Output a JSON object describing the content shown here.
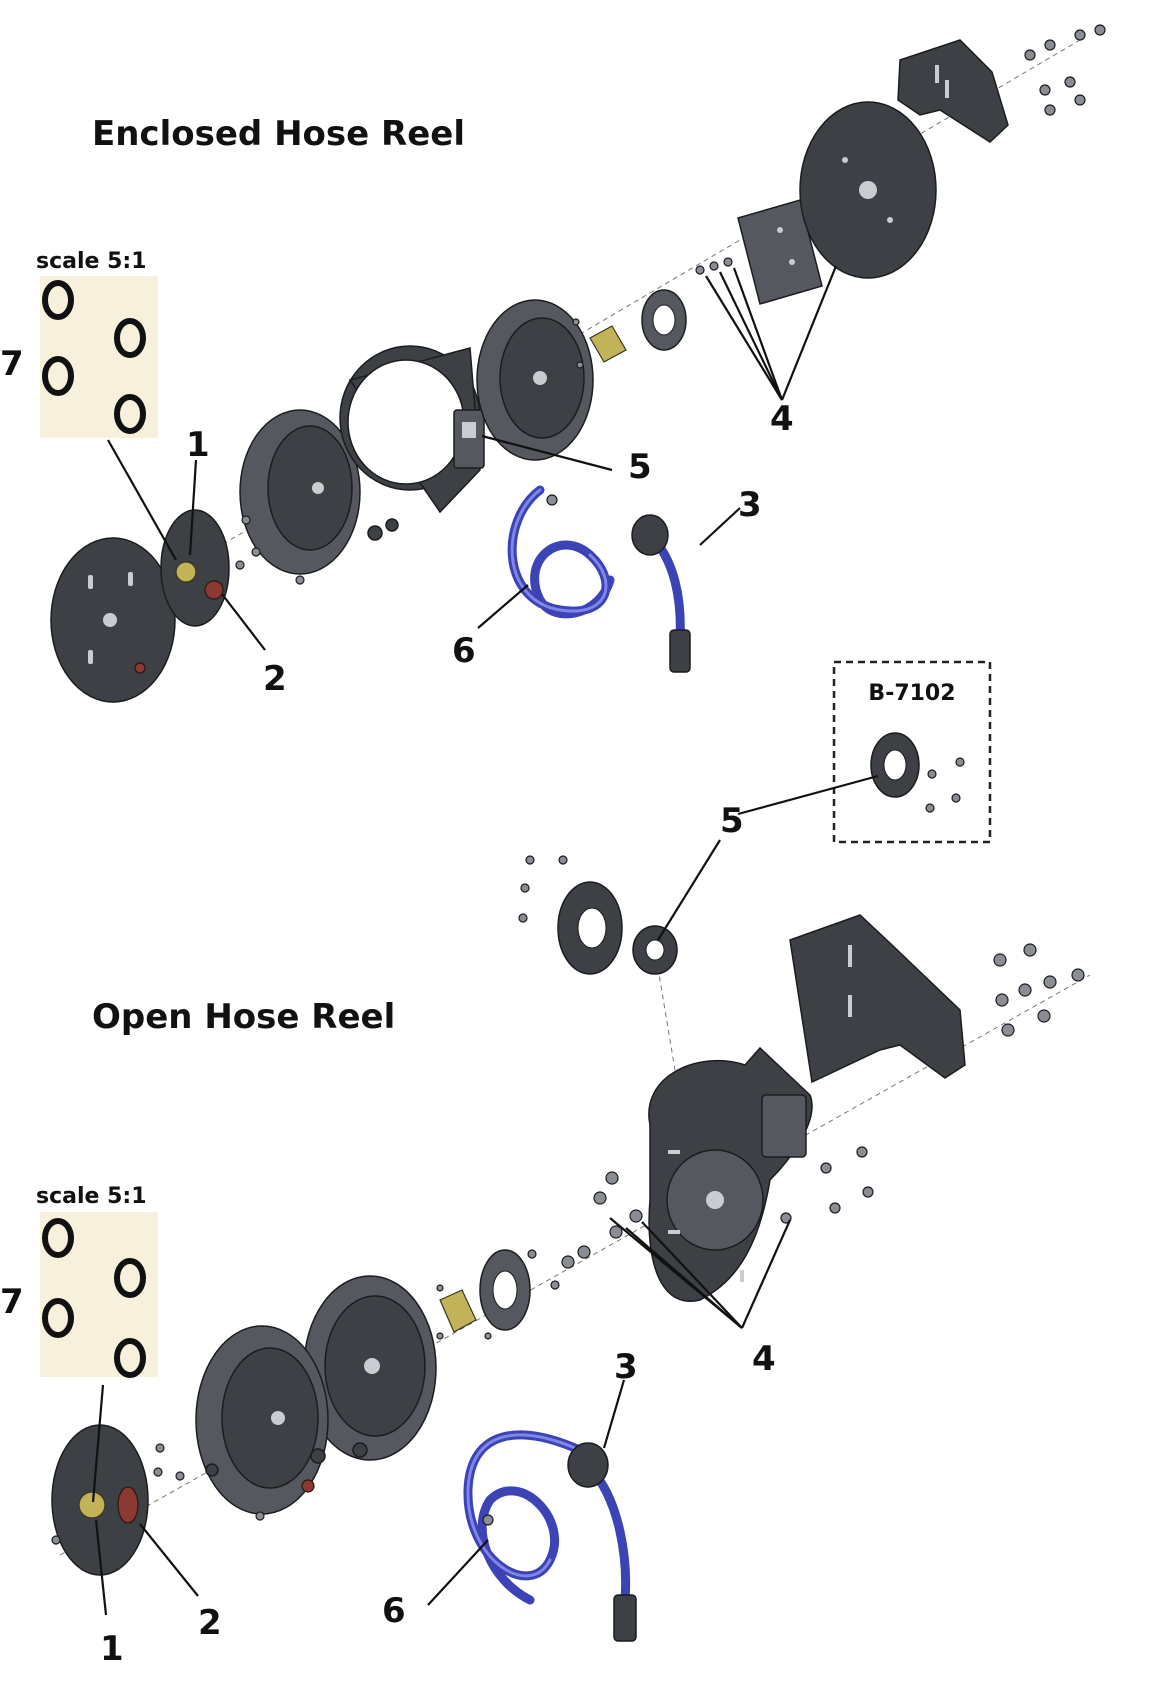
{
  "sections": {
    "enclosed": {
      "title": "Enclosed Hose Reel",
      "scale": "scale 5:1",
      "callouts": {
        "c1": "1",
        "c2": "2",
        "c3": "3",
        "c4": "4",
        "c5": "5",
        "c6": "6",
        "c7": "7"
      }
    },
    "open": {
      "title": "Open Hose Reel",
      "scale": "scale 5:1",
      "kit": "B-7102",
      "callouts": {
        "c1": "1",
        "c2": "2",
        "c3": "3",
        "c4": "4",
        "c5": "5",
        "c6": "6",
        "c7": "7"
      }
    }
  },
  "colors": {
    "hose": "#3b43b5",
    "parts": "#3d4045",
    "swatch": "#f6f0dc"
  }
}
